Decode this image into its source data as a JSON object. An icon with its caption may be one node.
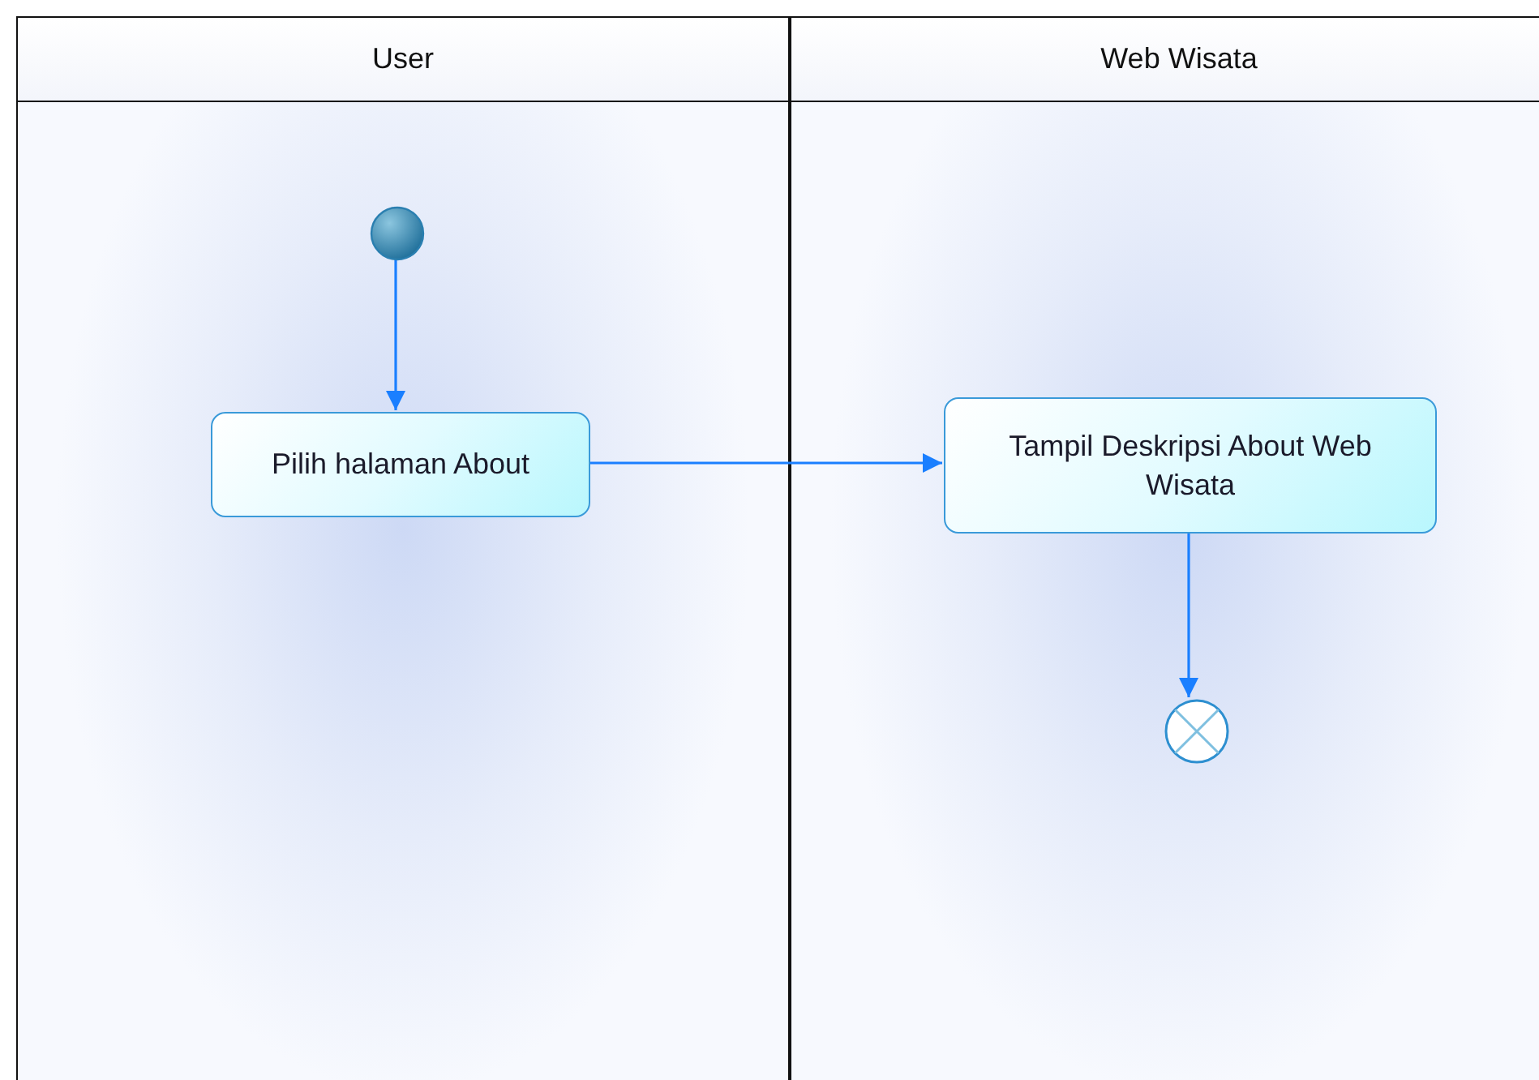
{
  "diagram": {
    "nodes": [
      {
        "text": [
          "User"
        ]
      },
      {
        "text": [
          "Web Wisata"
        ]
      },
      {
        "text": [],
        "shape": "circle",
        "in": 0
      },
      {
        "text": [
          "Pilih halaman About"
        ],
        "in": 0
      },
      {
        "text": [
          "Tampil Deskripsi About Web Wisata"
        ],
        "in": 1
      },
      {
        "text": [],
        "shape": "circle",
        "in": 1
      }
    ],
    "edges": [
      {
        "from": 2,
        "to": 3,
        "arrow": "to"
      },
      {
        "from": 3,
        "to": 4,
        "arrow": "to"
      },
      {
        "from": 4,
        "to": 5,
        "arrow": "to"
      }
    ]
  }
}
